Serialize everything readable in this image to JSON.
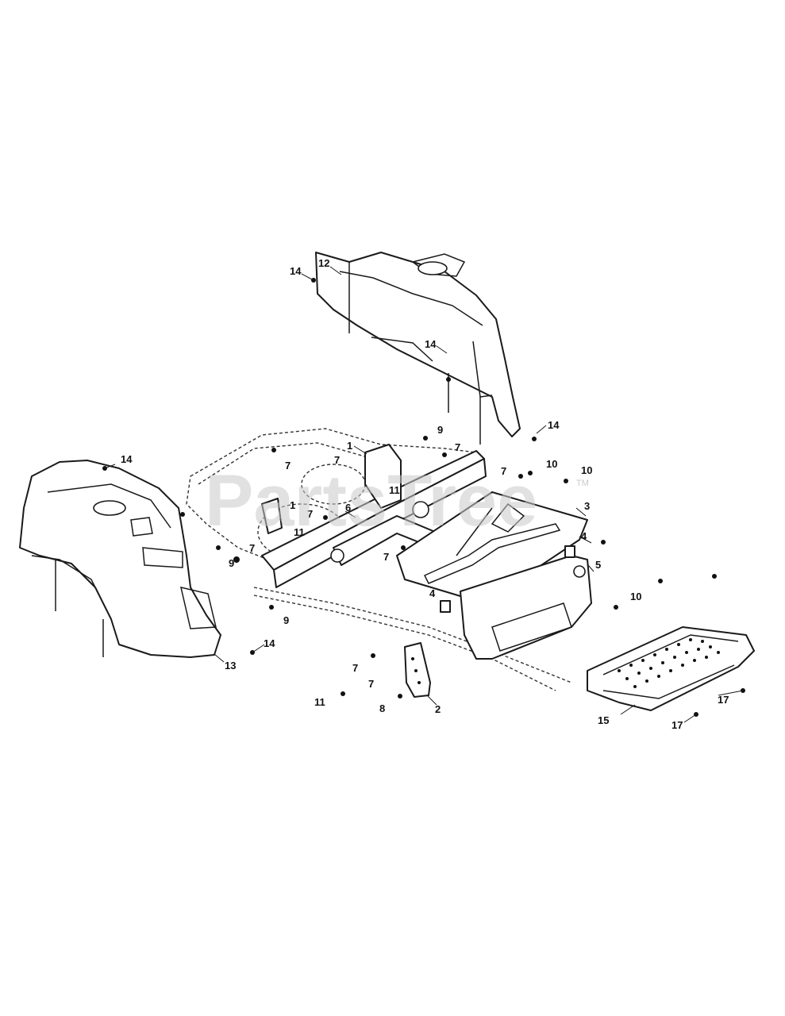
{
  "watermark": {
    "text": "PartsTree",
    "mark": "TM"
  },
  "callouts": {
    "c1": "1",
    "c2": "2",
    "c3": "3",
    "c4": "4",
    "c5": "5",
    "c6": "6",
    "c7": "7",
    "c8": "8",
    "c9": "9",
    "c10": "10",
    "c11": "11",
    "c12": "12",
    "c13": "13",
    "c14": "14",
    "c15": "15",
    "c17": "17"
  }
}
